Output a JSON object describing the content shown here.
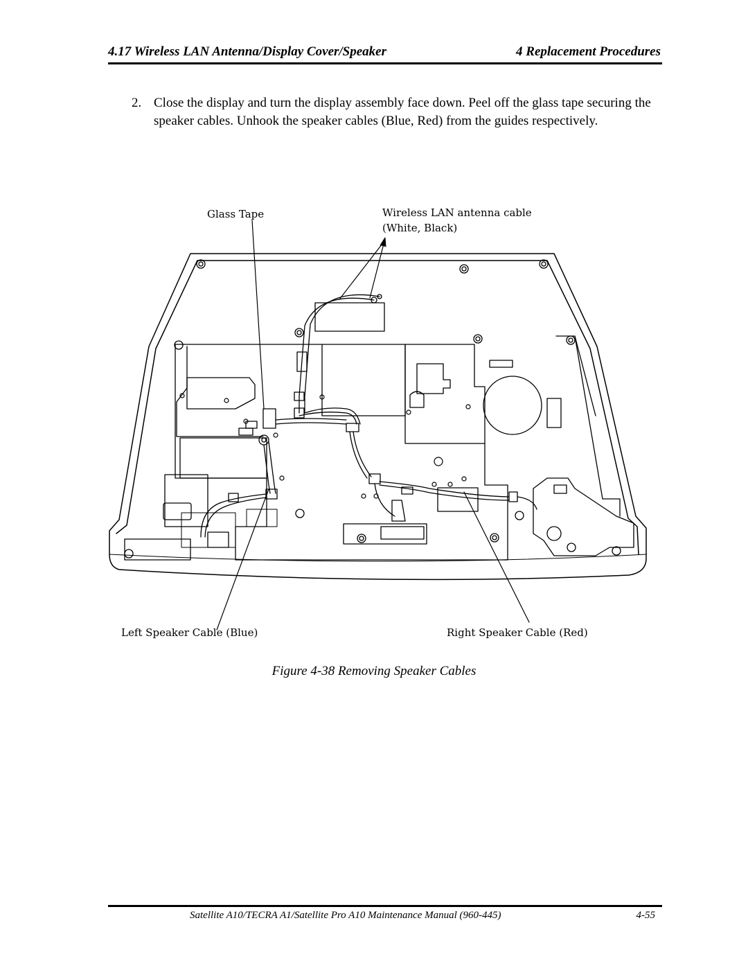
{
  "header": {
    "section": "4.17 Wireless LAN Antenna/Display Cover/Speaker",
    "chapter": "4 Replacement Procedures"
  },
  "step": {
    "number": "2.",
    "text": "Close the display and turn the display assembly face down. Peel off the glass tape securing the speaker cables. Unhook the speaker cables (Blue, Red) from the guides respectively."
  },
  "figure": {
    "labels": {
      "glass_tape": "Glass Tape",
      "antenna_line1": "Wireless LAN antenna cable",
      "antenna_line2": "(White, Black)",
      "left_speaker": "Left Speaker Cable (Blue)",
      "right_speaker": "Right Speaker Cable (Red)"
    },
    "caption": "Figure 4-38  Removing Speaker Cables"
  },
  "footer": {
    "manual": "Satellite A10/TECRA A1/Satellite Pro A10  Maintenance Manual (960-445)",
    "page": "4-55"
  }
}
